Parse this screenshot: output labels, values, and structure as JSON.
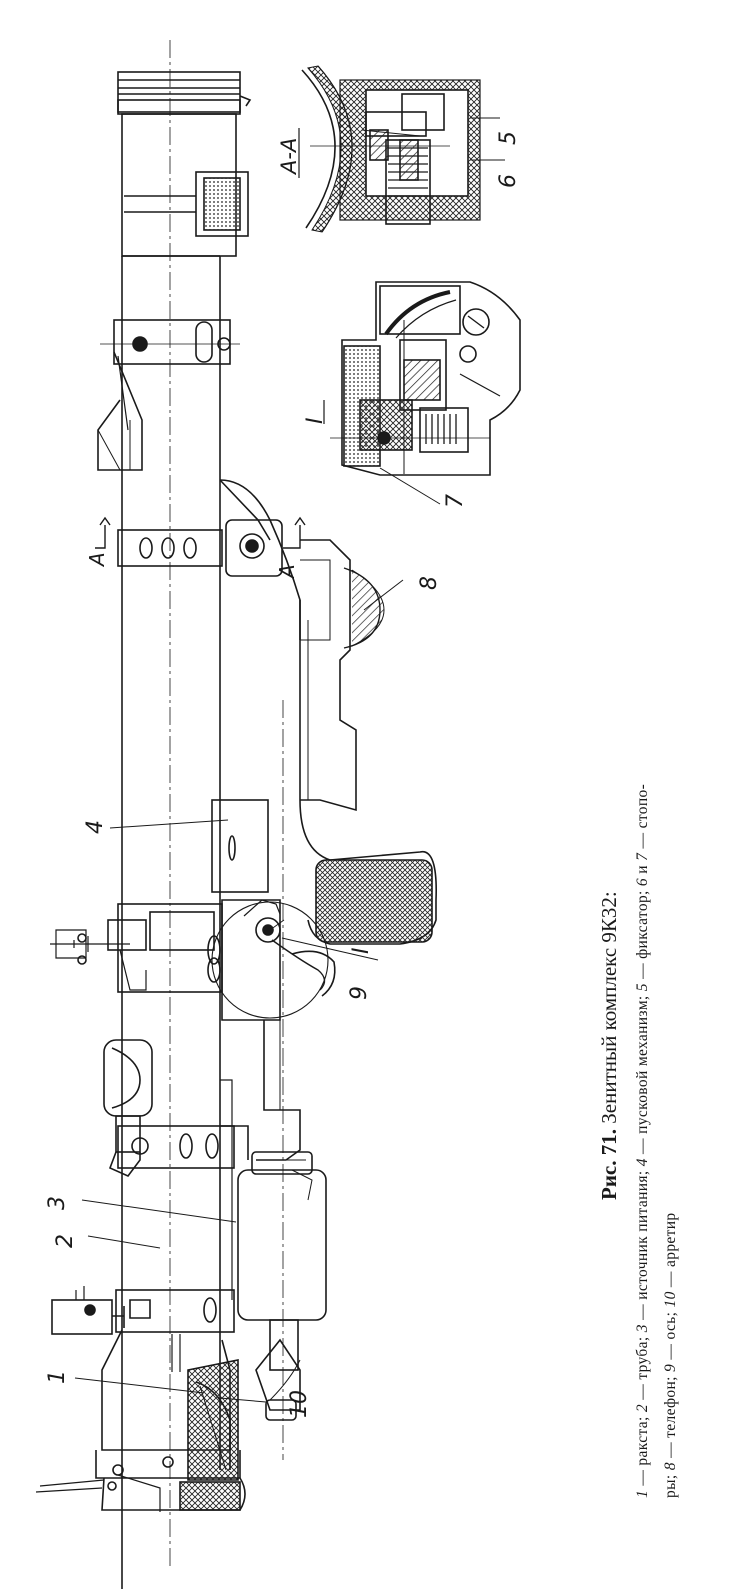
{
  "figure": {
    "callout_labels": [
      "1",
      "2",
      "3",
      "4",
      "5",
      "6",
      "7",
      "8",
      "9",
      "10",
      "I",
      "I",
      "А-А",
      "А",
      "А"
    ]
  },
  "caption": {
    "number": "Рис. 71.",
    "title": "Зенитный комплекс 9К32:",
    "line1_parts": [
      "1",
      "— ракста; ",
      "2",
      "— труба; ",
      "3",
      "— источник питания; ",
      "4",
      "— пусковой механизм; ",
      "5",
      "— фиксатор; ",
      "6",
      "и",
      "7",
      "— стопо-"
    ],
    "line2_parts": [
      "ры; ",
      "8",
      "— телефон; ",
      "9",
      "— ось; ",
      "10",
      "— арретир"
    ]
  }
}
